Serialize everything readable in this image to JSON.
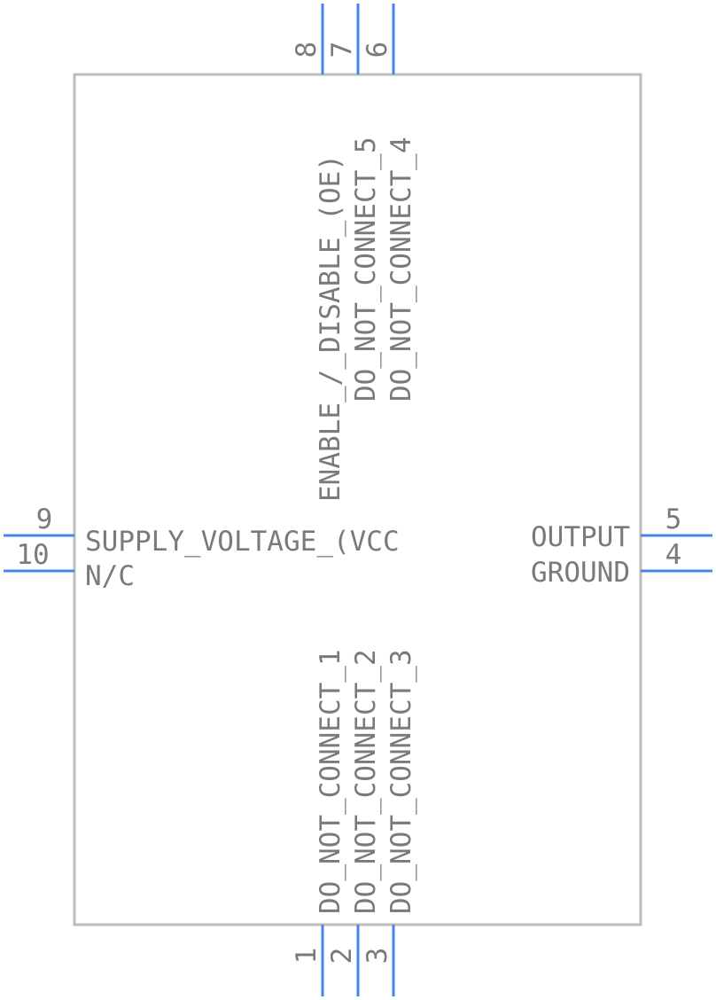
{
  "symbol": {
    "colors": {
      "body": "#bdbdbd",
      "pin": "#4a86e8",
      "text": "#7a7a7a"
    },
    "pins": {
      "p1": {
        "number": "1",
        "name": "DO_NOT_CONNECT_1"
      },
      "p2": {
        "number": "2",
        "name": "DO_NOT_CONNECT_2"
      },
      "p3": {
        "number": "3",
        "name": "DO_NOT_CONNECT_3"
      },
      "p4": {
        "number": "4",
        "name": "GROUND"
      },
      "p5": {
        "number": "5",
        "name": "OUTPUT"
      },
      "p6": {
        "number": "6",
        "name": "DO_NOT_CONNECT_4"
      },
      "p7": {
        "number": "7",
        "name": "DO_NOT_CONNECT_5"
      },
      "p8": {
        "number": "8",
        "name": "ENABLE_/_DISABLE_(OE)"
      },
      "p9": {
        "number": "9",
        "name": "SUPPLY_VOLTAGE_(VCC"
      },
      "p10": {
        "number": "10",
        "name": "N/C"
      }
    }
  }
}
